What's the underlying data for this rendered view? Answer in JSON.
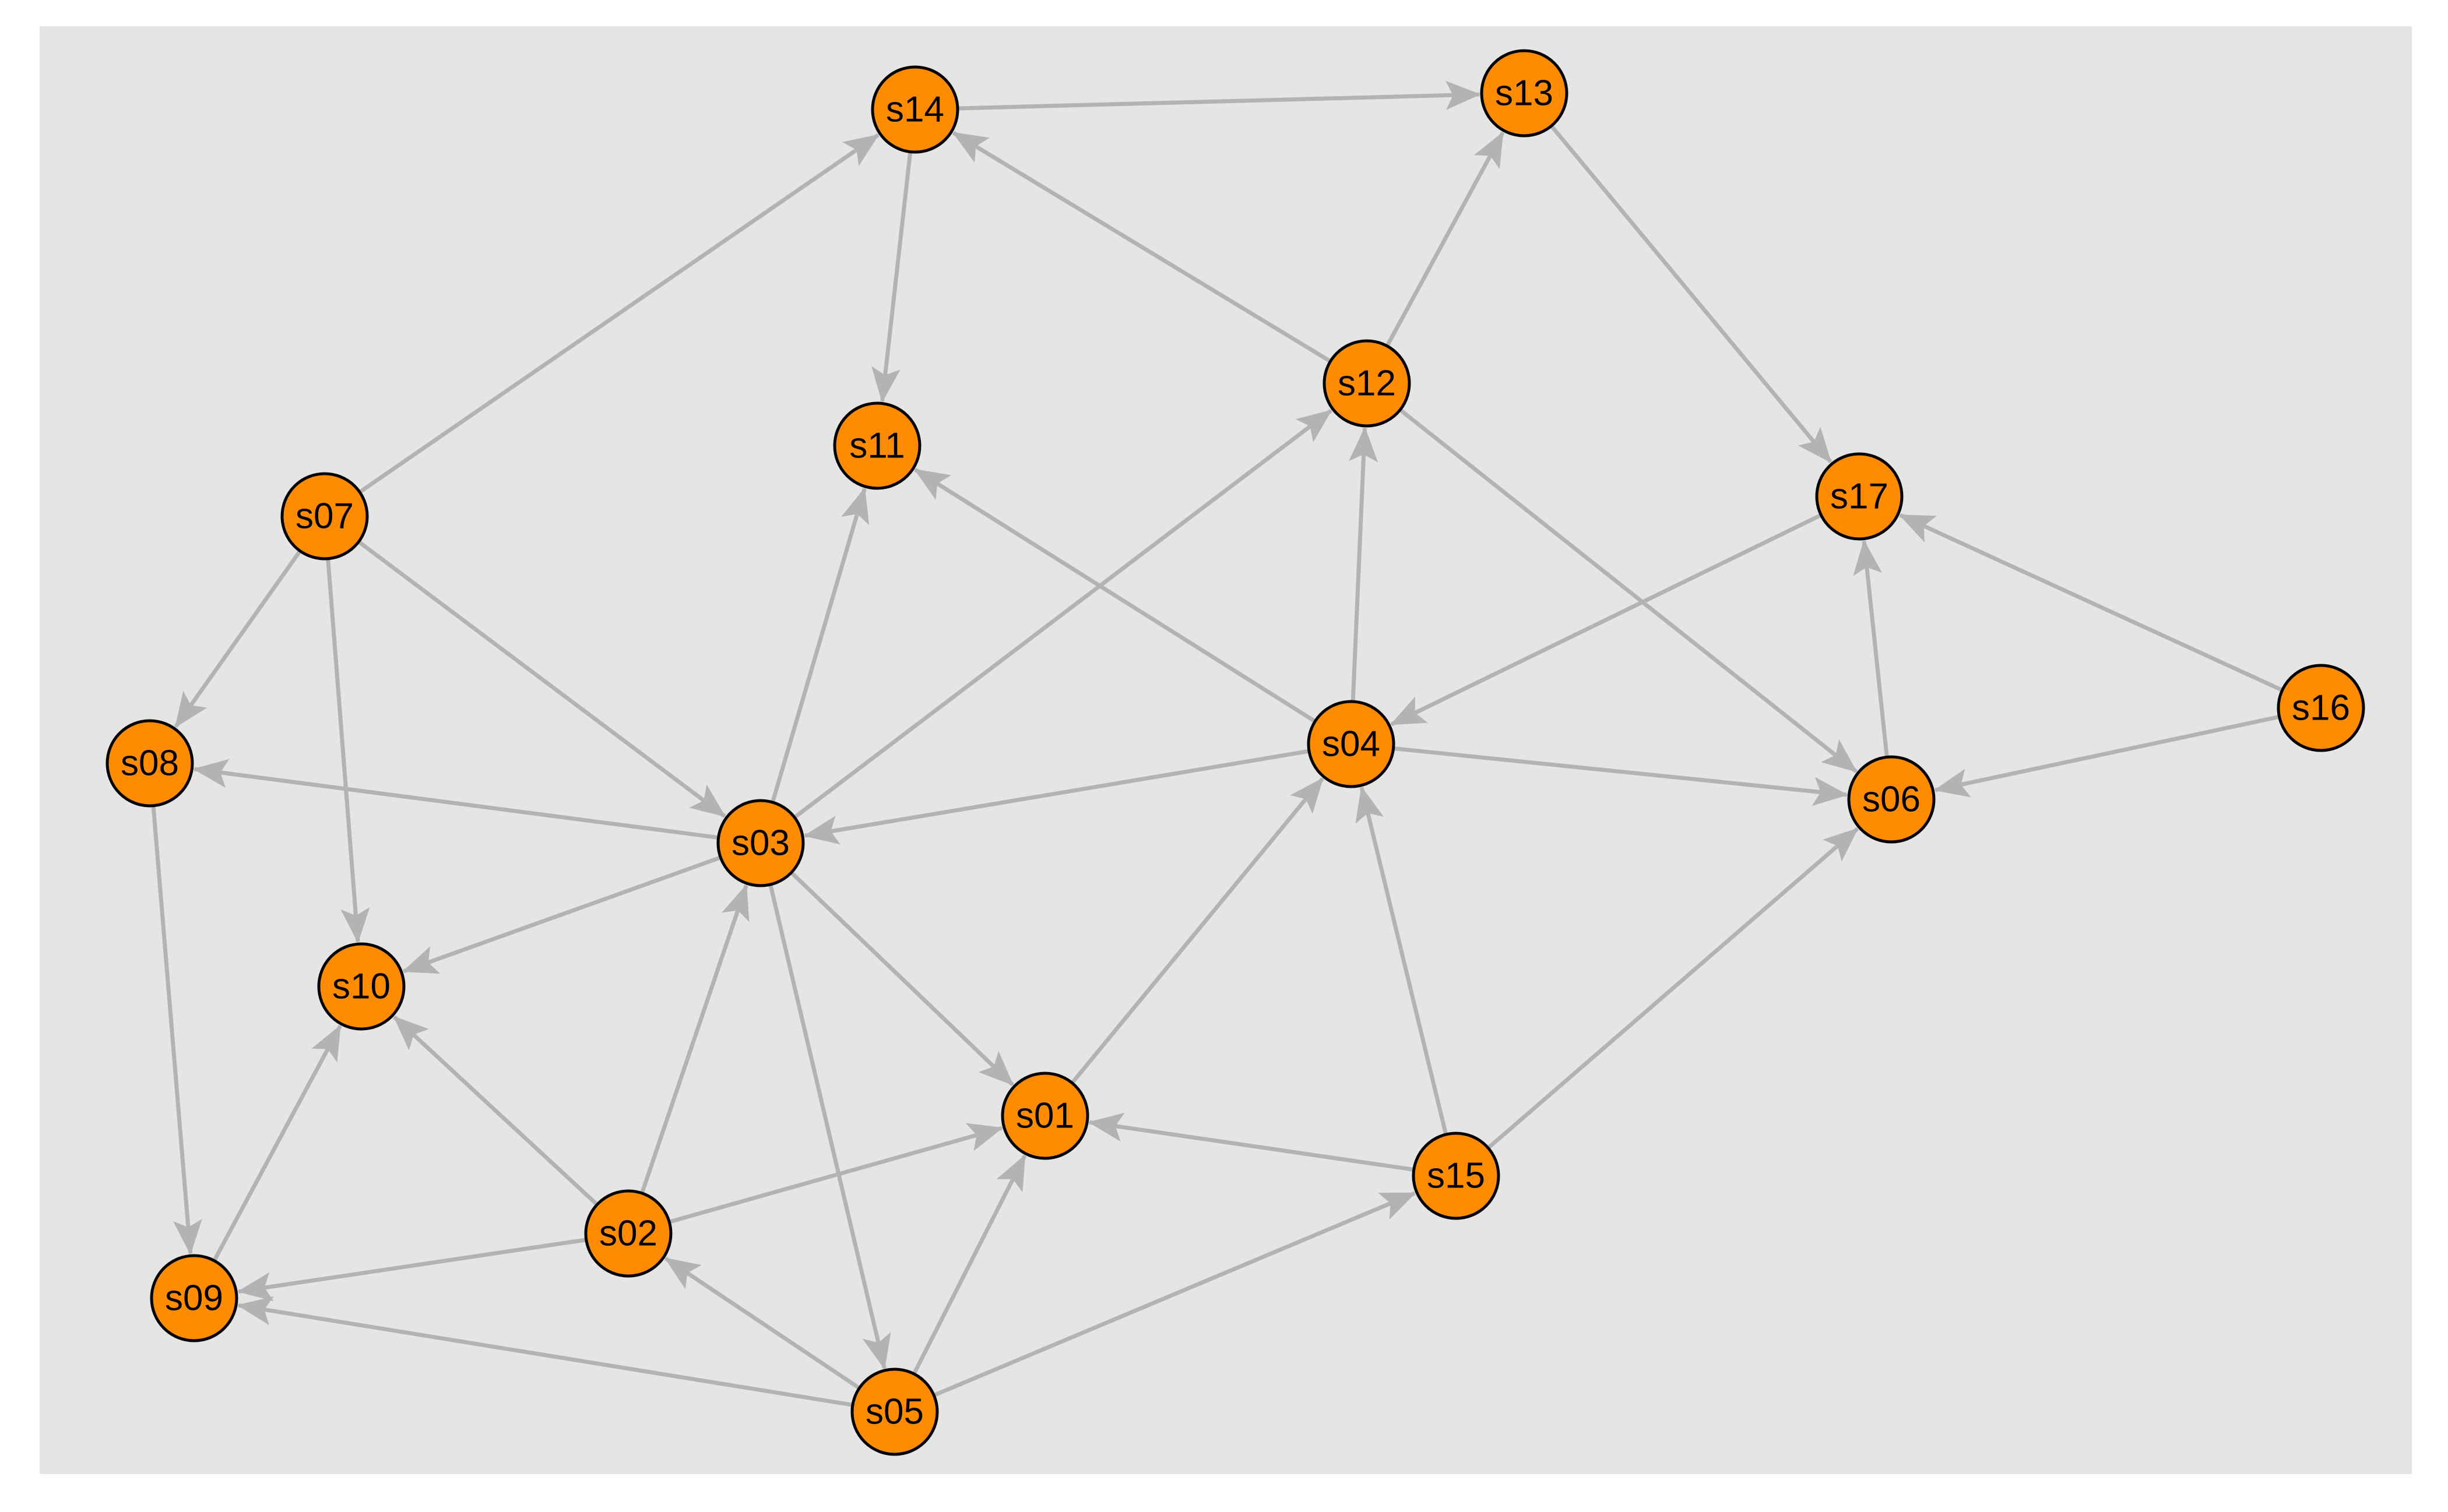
{
  "graph": {
    "type": "directed-network",
    "colors": {
      "panel_background": "#e5e5e5",
      "edge": "#b3b3b3",
      "node_fill": "#ff8c00",
      "node_stroke": "#000000",
      "label": "#000000"
    },
    "nodes": [
      {
        "id": "s01",
        "label": "s01"
      },
      {
        "id": "s02",
        "label": "s02"
      },
      {
        "id": "s03",
        "label": "s03"
      },
      {
        "id": "s04",
        "label": "s04"
      },
      {
        "id": "s05",
        "label": "s05"
      },
      {
        "id": "s06",
        "label": "s06"
      },
      {
        "id": "s07",
        "label": "s07"
      },
      {
        "id": "s08",
        "label": "s08"
      },
      {
        "id": "s09",
        "label": "s09"
      },
      {
        "id": "s10",
        "label": "s10"
      },
      {
        "id": "s11",
        "label": "s11"
      },
      {
        "id": "s12",
        "label": "s12"
      },
      {
        "id": "s13",
        "label": "s13"
      },
      {
        "id": "s14",
        "label": "s14"
      },
      {
        "id": "s15",
        "label": "s15"
      },
      {
        "id": "s16",
        "label": "s16"
      },
      {
        "id": "s17",
        "label": "s17"
      }
    ],
    "edges": [
      {
        "from": "s14",
        "to": "s13"
      },
      {
        "from": "s14",
        "to": "s11"
      },
      {
        "from": "s12",
        "to": "s14"
      },
      {
        "from": "s12",
        "to": "s13"
      },
      {
        "from": "s13",
        "to": "s17"
      },
      {
        "from": "s07",
        "to": "s14"
      },
      {
        "from": "s07",
        "to": "s08"
      },
      {
        "from": "s07",
        "to": "s10"
      },
      {
        "from": "s07",
        "to": "s03"
      },
      {
        "from": "s03",
        "to": "s08"
      },
      {
        "from": "s08",
        "to": "s09"
      },
      {
        "from": "s03",
        "to": "s11"
      },
      {
        "from": "s03",
        "to": "s12"
      },
      {
        "from": "s03",
        "to": "s10"
      },
      {
        "from": "s03",
        "to": "s01"
      },
      {
        "from": "s03",
        "to": "s05"
      },
      {
        "from": "s04",
        "to": "s03"
      },
      {
        "from": "s04",
        "to": "s11"
      },
      {
        "from": "s04",
        "to": "s12"
      },
      {
        "from": "s04",
        "to": "s06"
      },
      {
        "from": "s17",
        "to": "s04"
      },
      {
        "from": "s12",
        "to": "s06"
      },
      {
        "from": "s06",
        "to": "s17"
      },
      {
        "from": "s16",
        "to": "s17"
      },
      {
        "from": "s16",
        "to": "s06"
      },
      {
        "from": "s02",
        "to": "s03"
      },
      {
        "from": "s02",
        "to": "s10"
      },
      {
        "from": "s02",
        "to": "s09"
      },
      {
        "from": "s02",
        "to": "s01"
      },
      {
        "from": "s09",
        "to": "s10"
      },
      {
        "from": "s01",
        "to": "s04"
      },
      {
        "from": "s15",
        "to": "s01"
      },
      {
        "from": "s15",
        "to": "s04"
      },
      {
        "from": "s15",
        "to": "s06"
      },
      {
        "from": "s05",
        "to": "s01"
      },
      {
        "from": "s05",
        "to": "s02"
      },
      {
        "from": "s05",
        "to": "s09"
      },
      {
        "from": "s05",
        "to": "s15"
      }
    ]
  }
}
